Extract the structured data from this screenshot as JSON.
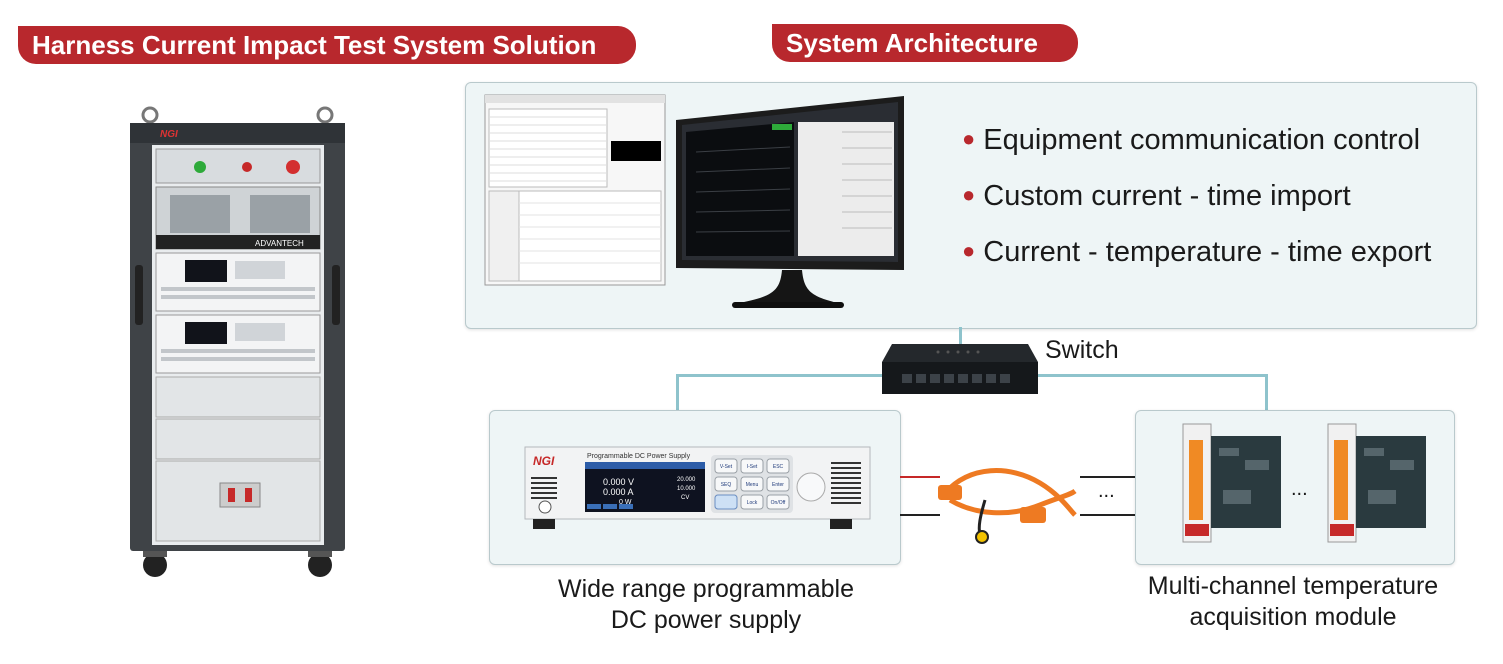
{
  "titles": {
    "solution": "Harness Current Impact Test System Solution",
    "architecture": "System Architecture"
  },
  "features": [
    "Equipment communication control",
    "Custom current - time import",
    "Current - temperature - time export"
  ],
  "labels": {
    "switch": "Switch",
    "power_supply": [
      "Wide range programmable",
      "DC power supply"
    ],
    "temp_module": [
      "Multi-channel temperature",
      "acquisition module"
    ],
    "ellipsis": "..."
  },
  "device_text": {
    "brand": "NGI",
    "cabinet_brand": "ADVANTECH",
    "psu_header": "Programmable DC Power Supply",
    "psu_voltage": "0.000 V",
    "psu_current": "0.000 A",
    "psu_power": "0 W",
    "psu_mode": "CV",
    "psu_set_v": "20.000",
    "psu_set_a": "10.000",
    "psu_keys": [
      "V-Set",
      "I-Set",
      "ESC",
      "SEQ",
      "Menu",
      "Enter",
      "",
      "Lock",
      "On/Off"
    ]
  },
  "colors": {
    "accent_red": "#b8282d",
    "panel_bg": "#eef5f6",
    "connector_line": "#8ec3cc",
    "cable_orange": "#ee7a22"
  }
}
